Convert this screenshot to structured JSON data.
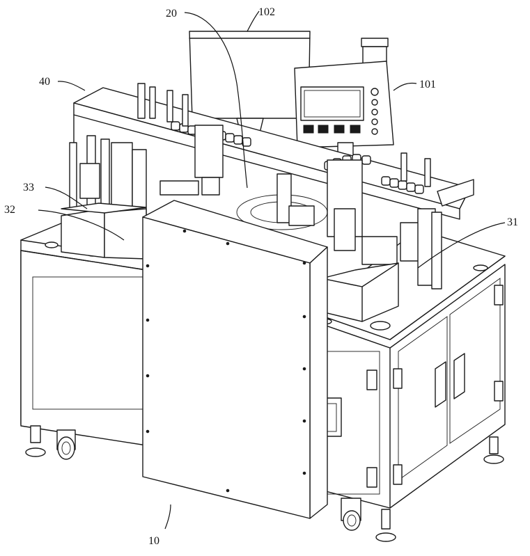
{
  "labels": {
    "l10": "10",
    "l20": "20",
    "l31": "31",
    "l32": "32",
    "l33": "33",
    "l40": "40",
    "l101": "101",
    "l102": "102"
  }
}
